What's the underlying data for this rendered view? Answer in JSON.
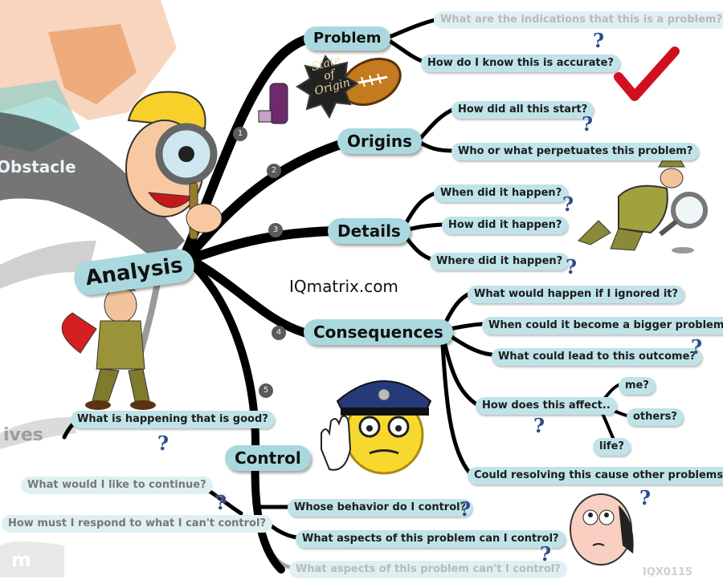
{
  "center": {
    "label": "Analysis"
  },
  "left_fragments": {
    "obstacle": "Obstacle",
    "ives": "ives",
    "m": "m"
  },
  "numbers": [
    "1",
    "2",
    "3",
    "4",
    "5"
  ],
  "website": "IQmatrix.com",
  "watermark": "IQX0115",
  "badge": {
    "line1": "State",
    "line2": "of",
    "line3": "Origin"
  },
  "branches": {
    "problem": {
      "label": "Problem",
      "items": [
        "What are the indications that this is a problem?",
        "How do I know this is accurate?"
      ]
    },
    "origins": {
      "label": "Origins",
      "items": [
        "How did all this start?",
        "Who or what perpetuates this problem?"
      ]
    },
    "details": {
      "label": "Details",
      "items": [
        "When did it happen?",
        "How did it happen?",
        "Where did it happen?"
      ]
    },
    "consequences": {
      "label": "Consequences",
      "items": [
        "What would happen if I ignored it?",
        "When could it become a bigger problem?",
        "What could lead to this outcome?",
        "How does this affect..",
        "Could resolving this cause other problems?"
      ],
      "affect": [
        "me?",
        "others?",
        "life?"
      ]
    },
    "control": {
      "label": "Control",
      "items": [
        "Whose behavior do I control?",
        "What aspects of this problem can I control?",
        "What aspects of this problem can't I control?"
      ],
      "left_items": [
        "What would I like to continue?",
        "How must I respond to what I can't control?"
      ]
    },
    "positives": {
      "items": [
        "What is happening that is good?"
      ]
    }
  },
  "colors": {
    "branch": "#000000",
    "pill": "#bfe3e8",
    "major": "#a9d9df",
    "check": "#d01020",
    "question": "#2f4b8a"
  },
  "icons": [
    "magnifier-kid-icon",
    "detective-icon",
    "superhero-icon",
    "policeman-emoji-icon",
    "thinking-man-icon",
    "rugby-ball-icon",
    "checkmark-icon",
    "question-mark-icon"
  ]
}
